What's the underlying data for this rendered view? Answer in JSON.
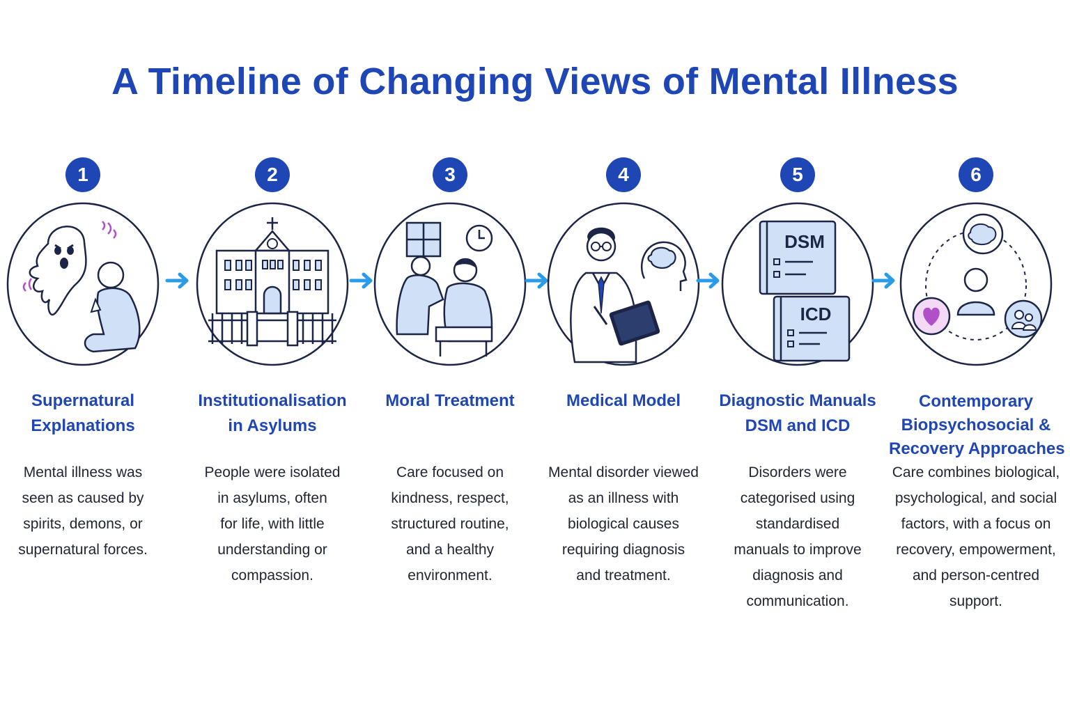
{
  "title": "A Timeline of Changing Views of Mental Illness",
  "steps": [
    {
      "number": "1",
      "title_lines": [
        "Supernatural",
        "Explanations"
      ],
      "desc_lines": [
        "Mental illness was",
        "seen as caused by",
        "spirits, demons, or",
        "supernatural forces."
      ],
      "icon": "ghost-and-praying-person-icon"
    },
    {
      "number": "2",
      "title_lines": [
        "Institutionalisation",
        "in Asylums"
      ],
      "desc_lines": [
        "People were isolated",
        "in asylums, often",
        "for life, with little",
        "understanding or",
        "compassion."
      ],
      "icon": "asylum-building-icon"
    },
    {
      "number": "3",
      "title_lines": [
        "Moral Treatment"
      ],
      "desc_lines": [
        "Care focused on",
        "kindness, respect,",
        "structured routine,",
        "and a healthy",
        "environment."
      ],
      "icon": "caregiver-and-patient-icon"
    },
    {
      "number": "4",
      "title_lines": [
        "Medical Model"
      ],
      "desc_lines": [
        "Mental disorder viewed",
        "as an illness with",
        "biological causes",
        "requiring diagnosis",
        "and treatment."
      ],
      "icon": "doctor-with-clipboard-icon"
    },
    {
      "number": "5",
      "title_lines": [
        "Diagnostic Manuals",
        "DSM and ICD"
      ],
      "desc_lines": [
        "Disorders were",
        "categorised using",
        "standardised",
        "manuals to improve",
        "diagnosis and",
        "communication."
      ],
      "icon": "diagnostic-manuals-icon",
      "book_labels": [
        "DSM",
        "ICD"
      ]
    },
    {
      "number": "6",
      "title_lines": [
        "Contemporary",
        "Biopsychosocial &",
        "Recovery Approaches"
      ],
      "desc_lines": [
        "Care combines biological,",
        "psychological, and social",
        "factors, with a focus on",
        "recovery, empowerment,",
        "and person-centred",
        "support."
      ],
      "icon": "biopsychosocial-cycle-icon"
    }
  ],
  "colors": {
    "title": "#1f46b5",
    "badge": "#1f46b5",
    "arrow": "#2a9be8",
    "outline": "#1c2546",
    "fill": "#cfe0f7",
    "accent": "#b04fc8"
  }
}
